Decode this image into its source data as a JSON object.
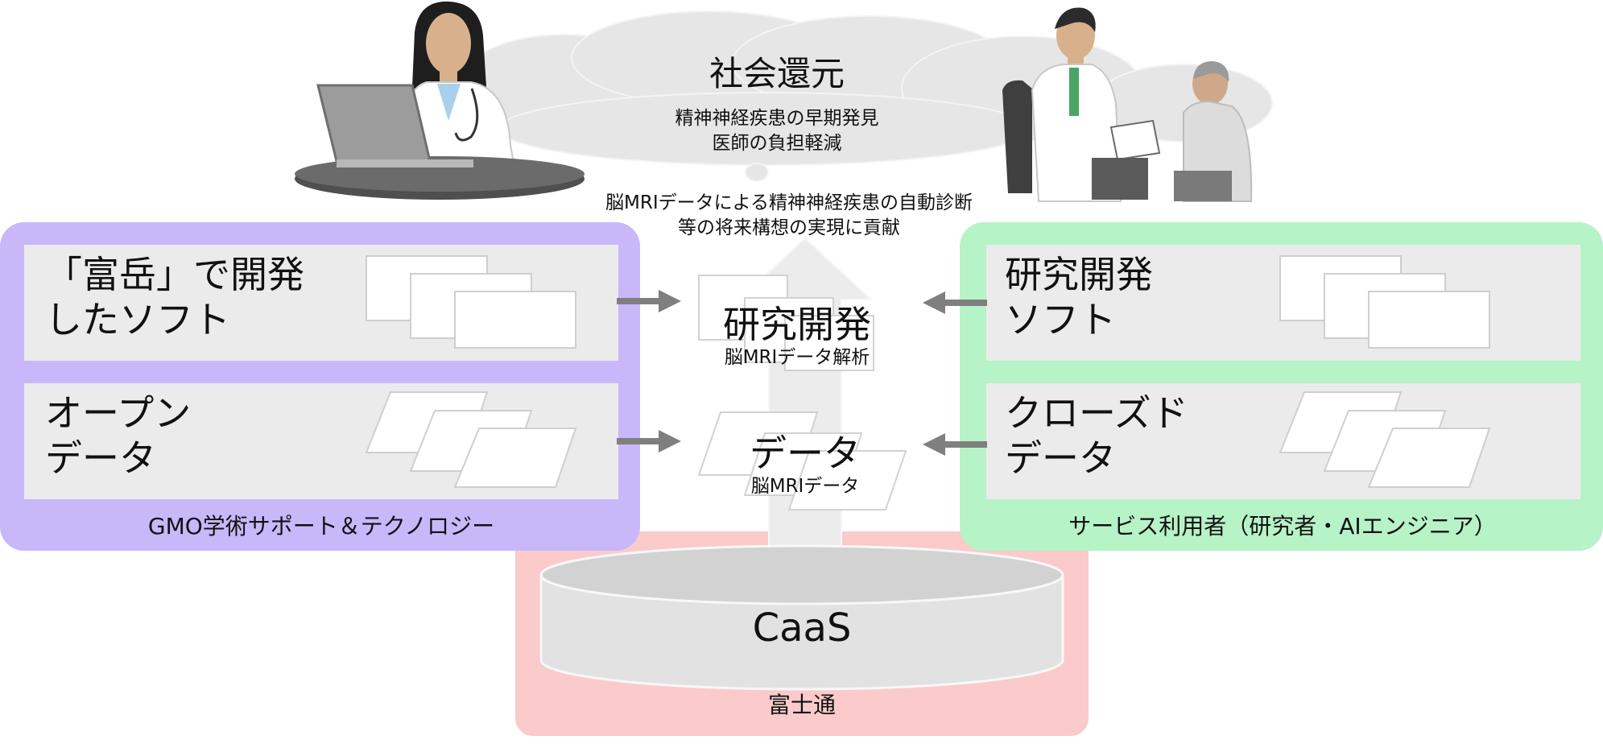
{
  "cloud": {
    "title": "社会還元",
    "line1": "精神神経疾患の早期発見",
    "line2": "医師の負担軽減"
  },
  "contribution": {
    "line1": "脳MRIデータによる精神神経疾患の自動診断",
    "line2": "等の将来構想の実現に貢献"
  },
  "left_panel": {
    "color": "#c8b8fa",
    "box1": {
      "line1": "「富岳」で開発",
      "line2": "したソフト"
    },
    "box2": {
      "line1": "オープン",
      "line2": "データ"
    },
    "label": "GMO学術サポート＆テクノロジー"
  },
  "right_panel": {
    "color": "#b6f3c7",
    "box1": {
      "line1": "研究開発",
      "line2": "ソフト"
    },
    "box2": {
      "line1": "クローズド",
      "line2": "データ"
    },
    "label": "サービス利用者（研究者・AIエンジニア）"
  },
  "center": {
    "research_title": "研究開発",
    "research_sub": "脳MRIデータ解析",
    "data_title": "データ",
    "data_sub": "脳MRIデータ"
  },
  "bottom": {
    "color": "#fbcaca",
    "cylinder_label": "CaaS",
    "label": "富士通"
  }
}
